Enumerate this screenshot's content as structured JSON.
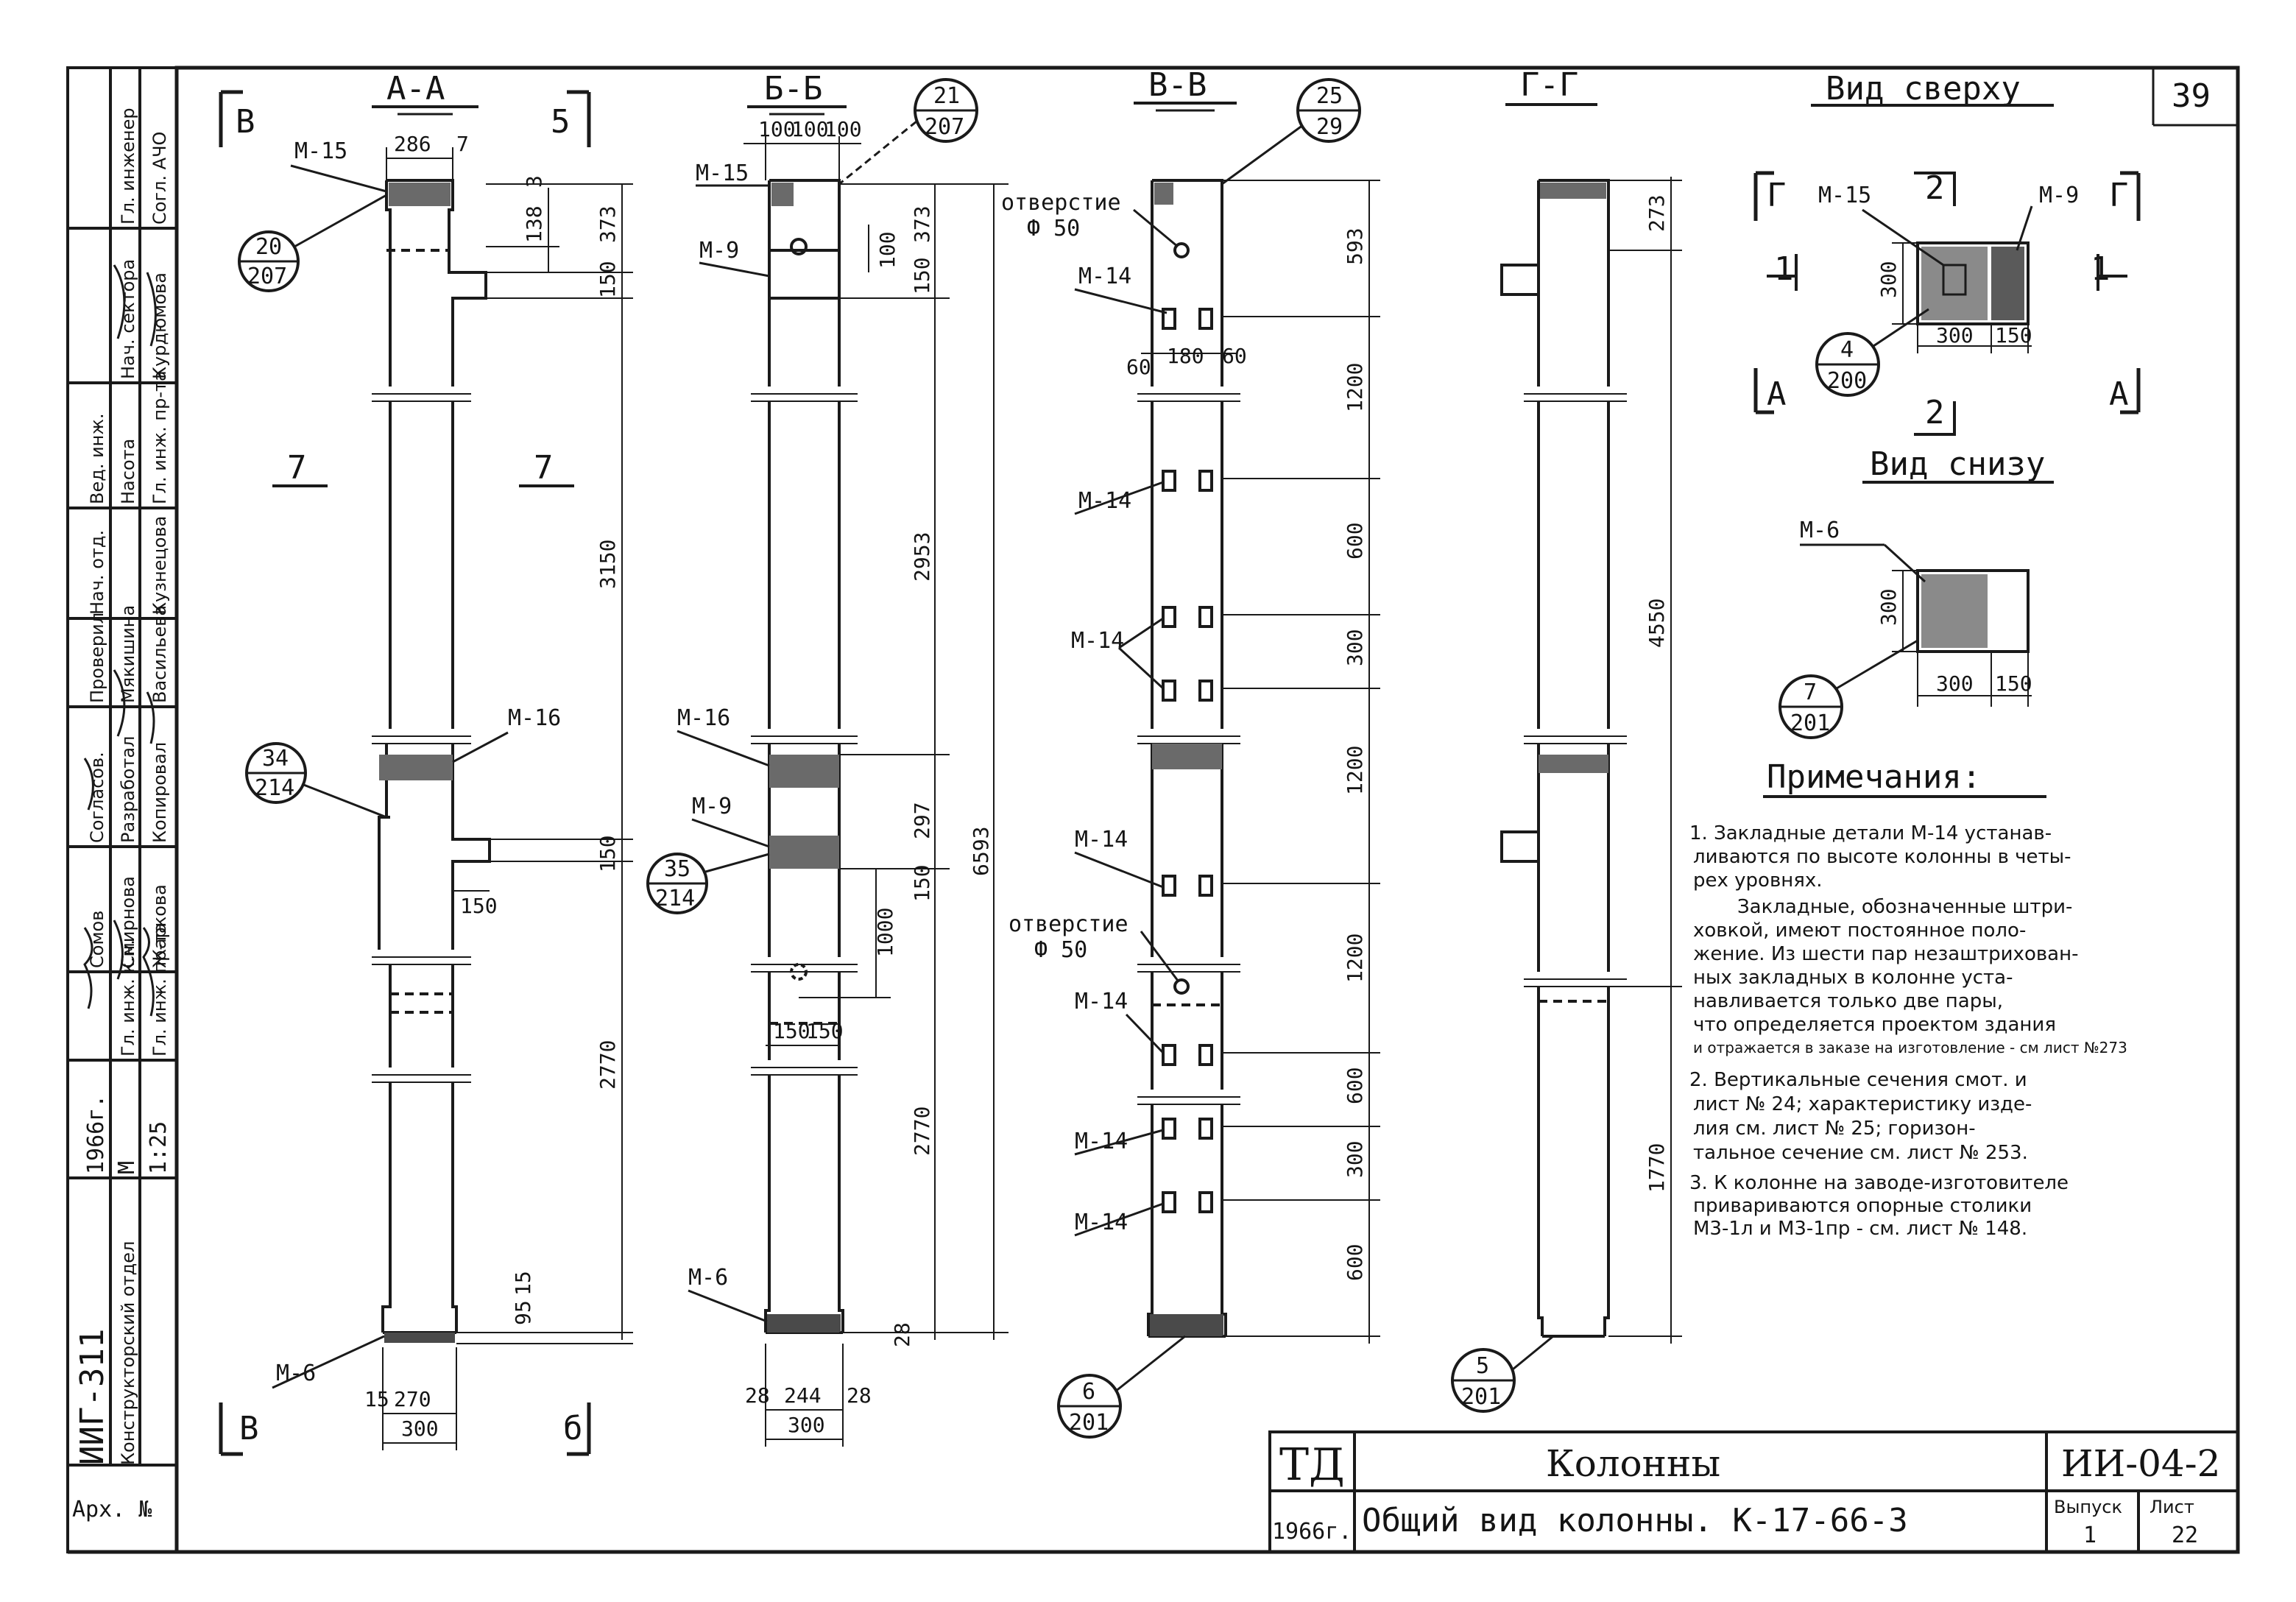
{
  "sheet_number": "39",
  "sections": {
    "aa": {
      "title": "А-А",
      "corner_left": "В",
      "corner_right": "5",
      "bottom_left": "В",
      "bottom_right": "б",
      "side_left": "7",
      "side_right": "7"
    },
    "bb": {
      "title": "Б-Б"
    },
    "vv": {
      "title": "В-В"
    },
    "gg": {
      "title": "Г-Г"
    },
    "top_view": {
      "title": "Вид сверху"
    },
    "bottom_view": {
      "title": "Вид снизу"
    }
  },
  "labels": {
    "m15": "М-15",
    "m16": "М-16",
    "m6": "М-6",
    "m9": "М-9",
    "m14": "М-14",
    "hole": "отверстие",
    "phi50": "Ф 50",
    "m9b": "М-9",
    "g": "Г",
    "a": "А",
    "one": "1",
    "two": "2"
  },
  "callouts": {
    "c1": {
      "top": "20",
      "bottom": "207"
    },
    "c2": {
      "top": "34",
      "bottom": "214"
    },
    "c3": {
      "top": "21",
      "bottom": "207"
    },
    "c4": {
      "top": "35",
      "bottom": "214"
    },
    "c5": {
      "top": "25",
      "bottom": "29"
    },
    "c6": {
      "top": "6",
      "bottom": "201"
    },
    "c7": {
      "top": "5",
      "bottom": "201"
    },
    "c8": {
      "top": "4",
      "bottom": "200"
    },
    "c9": {
      "top": "7",
      "bottom": "201"
    }
  },
  "dimensions": {
    "aa": {
      "d286": "286",
      "d7": "7",
      "d138": "138",
      "d3": "3",
      "d373": "373",
      "d150a": "150",
      "d3150": "3150",
      "d150b": "150",
      "d150c": "150",
      "d2770": "2770",
      "d95": "95",
      "d15b": "15",
      "d15a": "15",
      "d270": "270",
      "d300": "300"
    },
    "bb": {
      "d100a": "100",
      "d100b": "100",
      "d100c": "100",
      "d100v": "100",
      "d150a": "150",
      "d373": "373",
      "d2953": "2953",
      "d297": "297",
      "d150b": "150",
      "d6593": "6593",
      "d1000": "1000",
      "d150l": "150",
      "d150r": "150",
      "d2770": "2770",
      "d28": "28",
      "d28a": "28",
      "d244": "244",
      "d28b": "28",
      "d300": "300"
    },
    "vv": {
      "d593": "593",
      "d60a": "60",
      "d180": "180",
      "d60b": "60",
      "d1200a": "1200",
      "d600a": "600",
      "d300a": "300",
      "d1200b": "1200",
      "d1200c": "1200",
      "d600b": "600",
      "d300b": "300",
      "d600c": "600"
    },
    "gg": {
      "d273": "273",
      "d4550": "4550",
      "d1770": "1770"
    },
    "top": {
      "d300v": "300",
      "d300h": "300",
      "d150": "150"
    },
    "bot": {
      "d300v": "300",
      "d300h": "300",
      "d150": "150"
    }
  },
  "notes": {
    "title": "Примечания:",
    "lines": [
      "1. Закладные детали М-14 устанав-",
      "ливаются по высоте колонны в четы-",
      "рех уровнях.",
      "Закладные, обозначенные штри-",
      "ховкой, имеют постоянное поло-",
      "жение. Из шести пар незаштрихован-",
      "ных закладных в колонне уста-",
      "навливается только две пары,",
      "что определяется проектом здания",
      "и отражается в заказе на изготовление - см лист №273",
      "2. Вертикальные сечения смот. и",
      "лист № 24; характеристику изде-",
      "лия см. лист № 25; горизон-",
      "тальное сечение см. лист № 253.",
      "3. К колонне на заводе-изготовителе",
      "привариваются опорные столики",
      "М3-1л и М3-1пр - см. лист № 148."
    ]
  },
  "title_block": {
    "code": "ТД",
    "year": "1966г.",
    "name": "Колонны",
    "subtitle": "Общий вид колонны. К-17-66-3",
    "series": "ИИ-04-2",
    "issue_label": "Выпуск",
    "issue": "1",
    "sheet_label": "Лист",
    "sheet": "22"
  },
  "stamp": {
    "org": "ИИГ-311",
    "dept": "Конструкторский отдел",
    "year": "1966г.",
    "scale_label": "М",
    "scale": "1:25",
    "archive": "Арх. №",
    "roles": [
      "Гл. инж. к.н.",
      "Гл. инж. пр-та",
      "Согласов.",
      "Разработал",
      "Проверил",
      "Копировал",
      "Нач. отд.",
      "Гл. инж. пр-та"
    ],
    "names": [
      "Смирнова",
      "Сомов",
      "Жаркова",
      "Мякишина",
      "Кузнецова",
      "Васильева",
      "Насота",
      "Курдюмова"
    ],
    "header_col": [
      "Нач. сектора",
      "Гл. инженер",
      "Согл. АЧО",
      "Вед. инж."
    ]
  }
}
